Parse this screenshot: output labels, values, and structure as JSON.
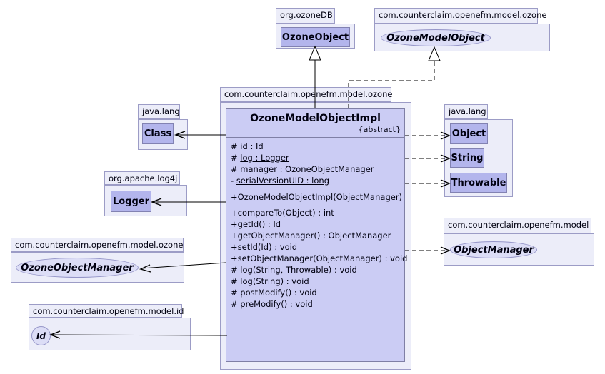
{
  "colors": {
    "package_fill": "#ecedf9",
    "package_border": "#9c9cc6",
    "node_fill": "#b3b5ec",
    "node_border": "#8282b2",
    "main_fill": "#cbccf4",
    "main_border": "#7f7fa5",
    "ellipse_fill": "#dcddf6",
    "ellipse_border": "#9595c8",
    "text": "#000010",
    "line": "#000000"
  },
  "packages": {
    "ozonedb": {
      "label": "org.ozoneDB",
      "class_name": "OzoneObject"
    },
    "model_ozone_top": {
      "label": "com.counterclaim.openefm.model.ozone",
      "interface_name": "OzoneModelObject"
    },
    "central": {
      "label": "com.counterclaim.openefm.model.ozone"
    },
    "javalang_left": {
      "label": "java.lang",
      "class_name": "Class"
    },
    "log4j": {
      "label": "org.apache.log4j",
      "class_name": "Logger"
    },
    "model_ozone_left": {
      "label": "com.counterclaim.openefm.model.ozone",
      "interface_name": "OzoneObjectManager"
    },
    "model_id": {
      "label": "com.counterclaim.openefm.model.id",
      "interface_name": "Id"
    },
    "javalang_right": {
      "label": "java.lang",
      "classes": [
        "Object",
        "String",
        "Throwable"
      ]
    },
    "model_right": {
      "label": "com.counterclaim.openefm.model",
      "interface_name": "ObjectManager"
    }
  },
  "main_class": {
    "name": "OzoneModelObjectImpl",
    "stereotype": "{abstract}",
    "attributes": [
      {
        "pre": "# ",
        "body": "id : Id",
        "static": false
      },
      {
        "pre": "# ",
        "body": "log : Logger",
        "static": true
      },
      {
        "pre": "# ",
        "body": "manager : OzoneObjectManager",
        "static": false
      },
      {
        "pre": "- ",
        "body": "serialVersionUID : long",
        "static": true
      }
    ],
    "constructors": [
      {
        "pre": "+",
        "body": "OzoneModelObjectImpl(ObjectManager)",
        "static": false
      }
    ],
    "operations": [
      {
        "pre": "+",
        "body": "compareTo(Object) : int",
        "static": false
      },
      {
        "pre": "+",
        "body": "getId() : Id",
        "static": false
      },
      {
        "pre": "+",
        "body": "getObjectManager() : ObjectManager",
        "static": false
      },
      {
        "pre": "+",
        "body": "setId(Id) : void",
        "static": false
      },
      {
        "pre": "+",
        "body": "setObjectManager(ObjectManager) : void",
        "static": false
      },
      {
        "pre": "# ",
        "body": "log(String, Throwable) : void",
        "static": false
      },
      {
        "pre": "# ",
        "body": "log(String) : void",
        "static": false
      },
      {
        "pre": "# ",
        "body": "postModify() : void",
        "static": false
      },
      {
        "pre": "# ",
        "body": "preModify() : void",
        "static": false
      }
    ]
  },
  "relations": [
    {
      "from": "OzoneModelObjectImpl",
      "to": "OzoneObject",
      "type": "generalization"
    },
    {
      "from": "OzoneModelObjectImpl",
      "to": "OzoneModelObject",
      "type": "realization"
    },
    {
      "from": "OzoneModelObjectImpl",
      "to": "Class",
      "type": "association"
    },
    {
      "from": "OzoneModelObjectImpl",
      "to": "Logger",
      "type": "association"
    },
    {
      "from": "OzoneModelObjectImpl",
      "to": "OzoneObjectManager",
      "type": "association"
    },
    {
      "from": "OzoneModelObjectImpl",
      "to": "Id",
      "type": "association"
    },
    {
      "from": "OzoneModelObjectImpl",
      "to": "Object",
      "type": "dependency"
    },
    {
      "from": "OzoneModelObjectImpl",
      "to": "String",
      "type": "dependency"
    },
    {
      "from": "OzoneModelObjectImpl",
      "to": "Throwable",
      "type": "dependency"
    },
    {
      "from": "OzoneModelObjectImpl",
      "to": "ObjectManager",
      "type": "dependency"
    }
  ]
}
